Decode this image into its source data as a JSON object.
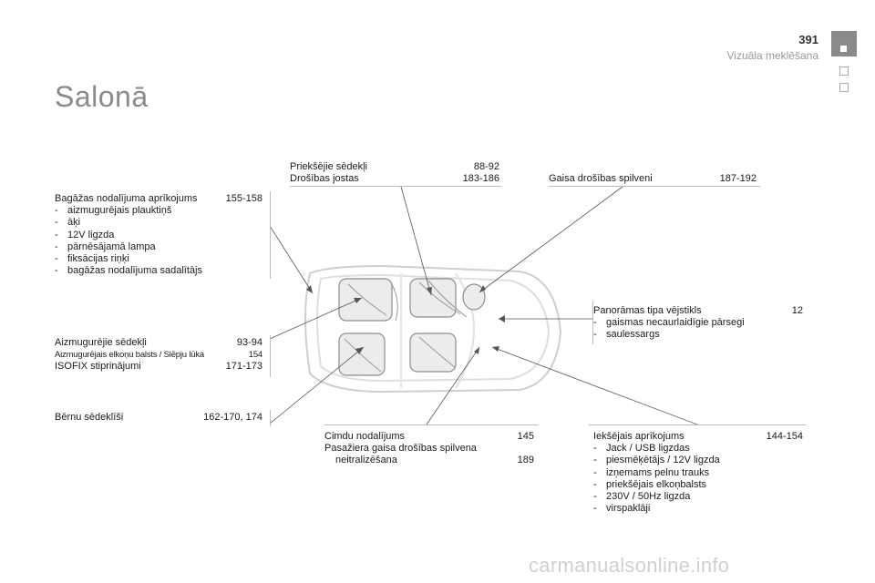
{
  "header": {
    "page_number": "391",
    "section": "Vizuāla meklēšana"
  },
  "title": "Salonā",
  "front_seats": {
    "row1_label": "Priekšējie sēdekļi",
    "row1_pages": "88-92",
    "row2_label": "Drošības jostas",
    "row2_pages": "183-186"
  },
  "airbags": {
    "label": "Gaisa drošības spilveni",
    "pages": "187-192"
  },
  "boot": {
    "label": "Bagāžas nodalījuma aprīkojums",
    "pages": "155-158",
    "items": [
      "aizmugurējais plauktiņš",
      "āķi",
      "12V ligzda",
      "pārnēsājamā lampa",
      "fiksācijas riņķi",
      "bagāžas nodalījuma sadalītājs"
    ]
  },
  "rear_seats": {
    "row1_label": "Aizmugurējie sēdekļi",
    "row1_pages": "93-94",
    "row2_label": "Aizmugurējais elkoņu balsts / Slēpju lūka",
    "row2_pages": "154",
    "row3_label": "ISOFIX stiprinājumi",
    "row3_pages": "171-173"
  },
  "child_seats": {
    "label": "Bērnu sēdeklīši",
    "pages": "162-170, 174"
  },
  "sunroof": {
    "label": "Panorāmas tipa vējstikls",
    "pages": "12",
    "items": [
      "gaismas necaurlaidīgie pārsegi",
      "saulessargs"
    ]
  },
  "glovebox": {
    "row1_label": "Cimdu nodalījums",
    "row1_pages": "145",
    "row2_label": "Pasažiera gaisa drošības spilvena",
    "row2_cont": "neitralizēšana",
    "row2_pages": "189"
  },
  "interior": {
    "label": "Iekšējais aprīkojums",
    "pages": "144-154",
    "items": [
      "Jack / USB ligzdas",
      "piesmēķētājs / 12V ligzda",
      "izņemams pelnu trauks",
      "priekšējais elkoņbalsts",
      "230V / 50Hz ligzda",
      "virspaklāji"
    ]
  },
  "watermark": "carmanualsonline.info"
}
